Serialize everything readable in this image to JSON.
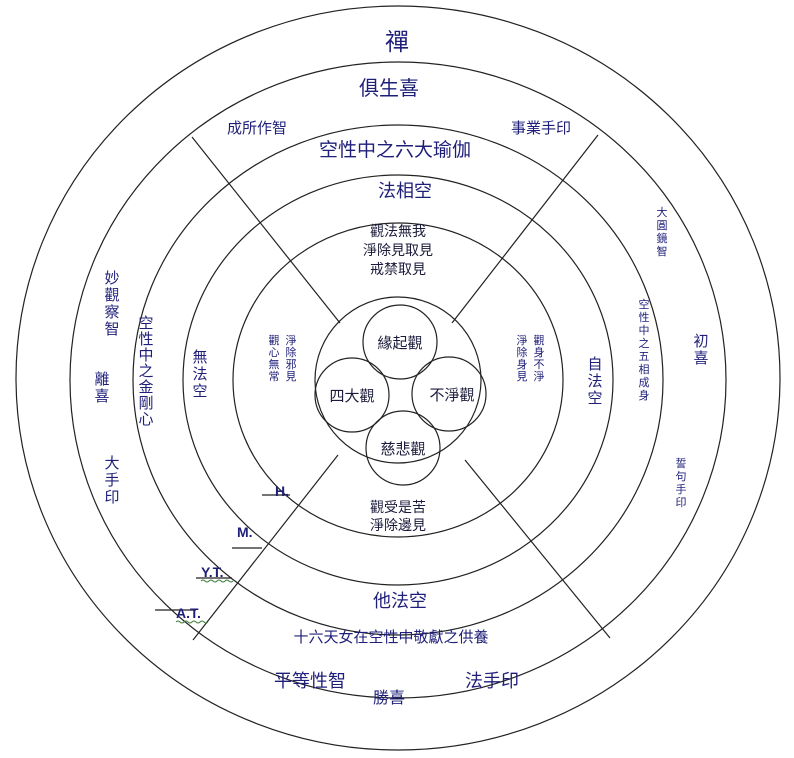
{
  "rings": {
    "outer_title": "禪",
    "ring2_top": "俱生喜",
    "ring2_bottom_left": "平等性智",
    "ring2_bottom_mid": "勝喜",
    "ring2_bottom_right": "法手印",
    "ring3_top": "空性中之六大瑜伽",
    "ring3_bottom": "十六天女在空性中敬獻之供養",
    "ring4_top": "法相空",
    "ring4_bottom": "他法空"
  },
  "quadrant_labels": {
    "top_left": "成所作智",
    "top_right": "事業手印",
    "left_1": "妙觀察智",
    "left_2": "離喜",
    "left_3": "大手印",
    "left_inner": "空性中之金剛心",
    "right_1": "大圓鏡智",
    "right_2": "初喜",
    "right_3": "誓句手印",
    "right_inner": "空性中之五相成身"
  },
  "sides": {
    "left_ring4": "無法空",
    "right_ring4": "自法空",
    "left_ring5_col1": "淨除邪見",
    "left_ring5_col2": "觀心無常",
    "right_ring5_col1": "觀身不淨",
    "right_ring5_col2": "淨除身見"
  },
  "center": {
    "top_line1": "觀法無我",
    "top_line2": "淨除見取見",
    "top_line3": "戒禁取見",
    "bottom_line1": "觀受是苦",
    "bottom_line2": "淨除邊見"
  },
  "circles": {
    "top": "緣起觀",
    "left": "四大觀",
    "right": "不淨觀",
    "bottom": "慈悲觀"
  },
  "abbreviations": {
    "h": "H.",
    "m": "M.",
    "yt": "Y.T.",
    "at": "A.T."
  }
}
